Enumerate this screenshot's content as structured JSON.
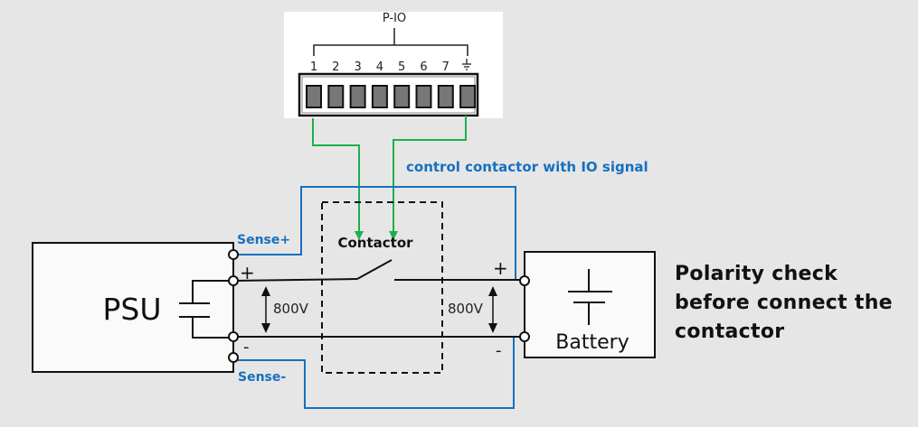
{
  "pio": {
    "title": "P-IO",
    "pins": [
      "1",
      "2",
      "3",
      "4",
      "5",
      "6",
      "7"
    ],
    "ground_pin_icon": "ground-icon"
  },
  "psu": {
    "label": "PSU",
    "plus": "+",
    "minus": "-",
    "voltage": "800V"
  },
  "battery": {
    "label": "Battery",
    "plus": "+",
    "minus": "-",
    "voltage": "800V"
  },
  "contactor": {
    "label": "Contactor"
  },
  "sense": {
    "plus": "Sense+",
    "minus": "Sense-"
  },
  "control_note": "control contactor with IO signal",
  "polarity_note": [
    "Polarity check",
    "before connect the",
    "contactor"
  ],
  "colors": {
    "sense_wire": "#1570c0",
    "io_wire": "#1db04b",
    "power_wire": "#111111"
  }
}
